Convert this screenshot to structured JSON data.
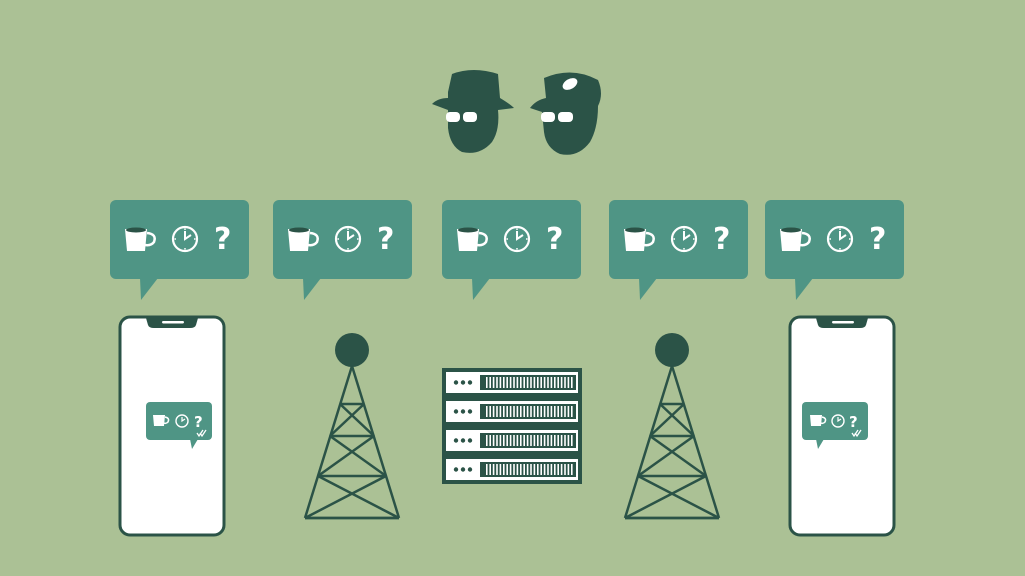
{
  "colors": {
    "background": "#abc195",
    "dark_green": "#2b5347",
    "bubble_teal": "#4f9585",
    "white": "#ffffff"
  },
  "message": {
    "icons": [
      "coffee-cup-icon",
      "clock-icon",
      "question-mark-icon"
    ],
    "question_glyph": "?"
  },
  "phone_message": {
    "icons": [
      "coffee-cup-icon",
      "clock-icon",
      "question-mark-icon",
      "double-check-icon"
    ]
  },
  "figures": [
    "spy-fedora-icon",
    "spy-cap-icon"
  ],
  "chain": [
    "smartphone-sender",
    "cell-tower",
    "server-rack",
    "cell-tower",
    "smartphone-receiver"
  ],
  "bubbles_count": 5
}
